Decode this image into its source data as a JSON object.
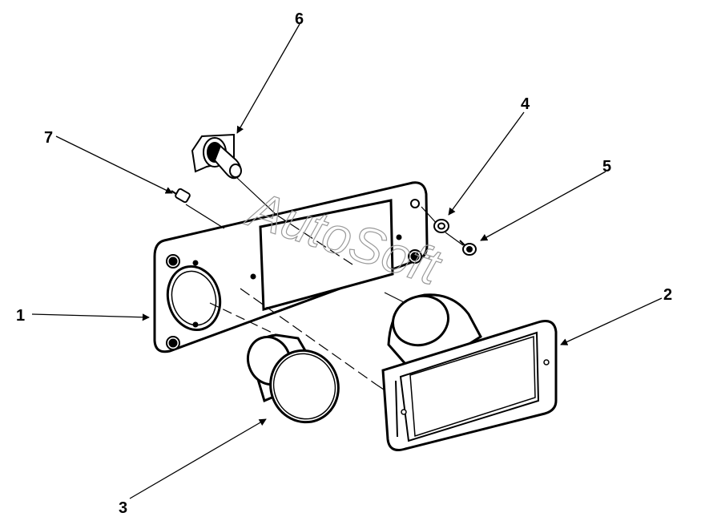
{
  "diagram": {
    "watermark": "AutoSoft",
    "callouts": [
      {
        "id": "1",
        "label": "1"
      },
      {
        "id": "2",
        "label": "2"
      },
      {
        "id": "3",
        "label": "3"
      },
      {
        "id": "4",
        "label": "4"
      },
      {
        "id": "5",
        "label": "5"
      },
      {
        "id": "6",
        "label": "6"
      },
      {
        "id": "7",
        "label": "7"
      }
    ]
  }
}
